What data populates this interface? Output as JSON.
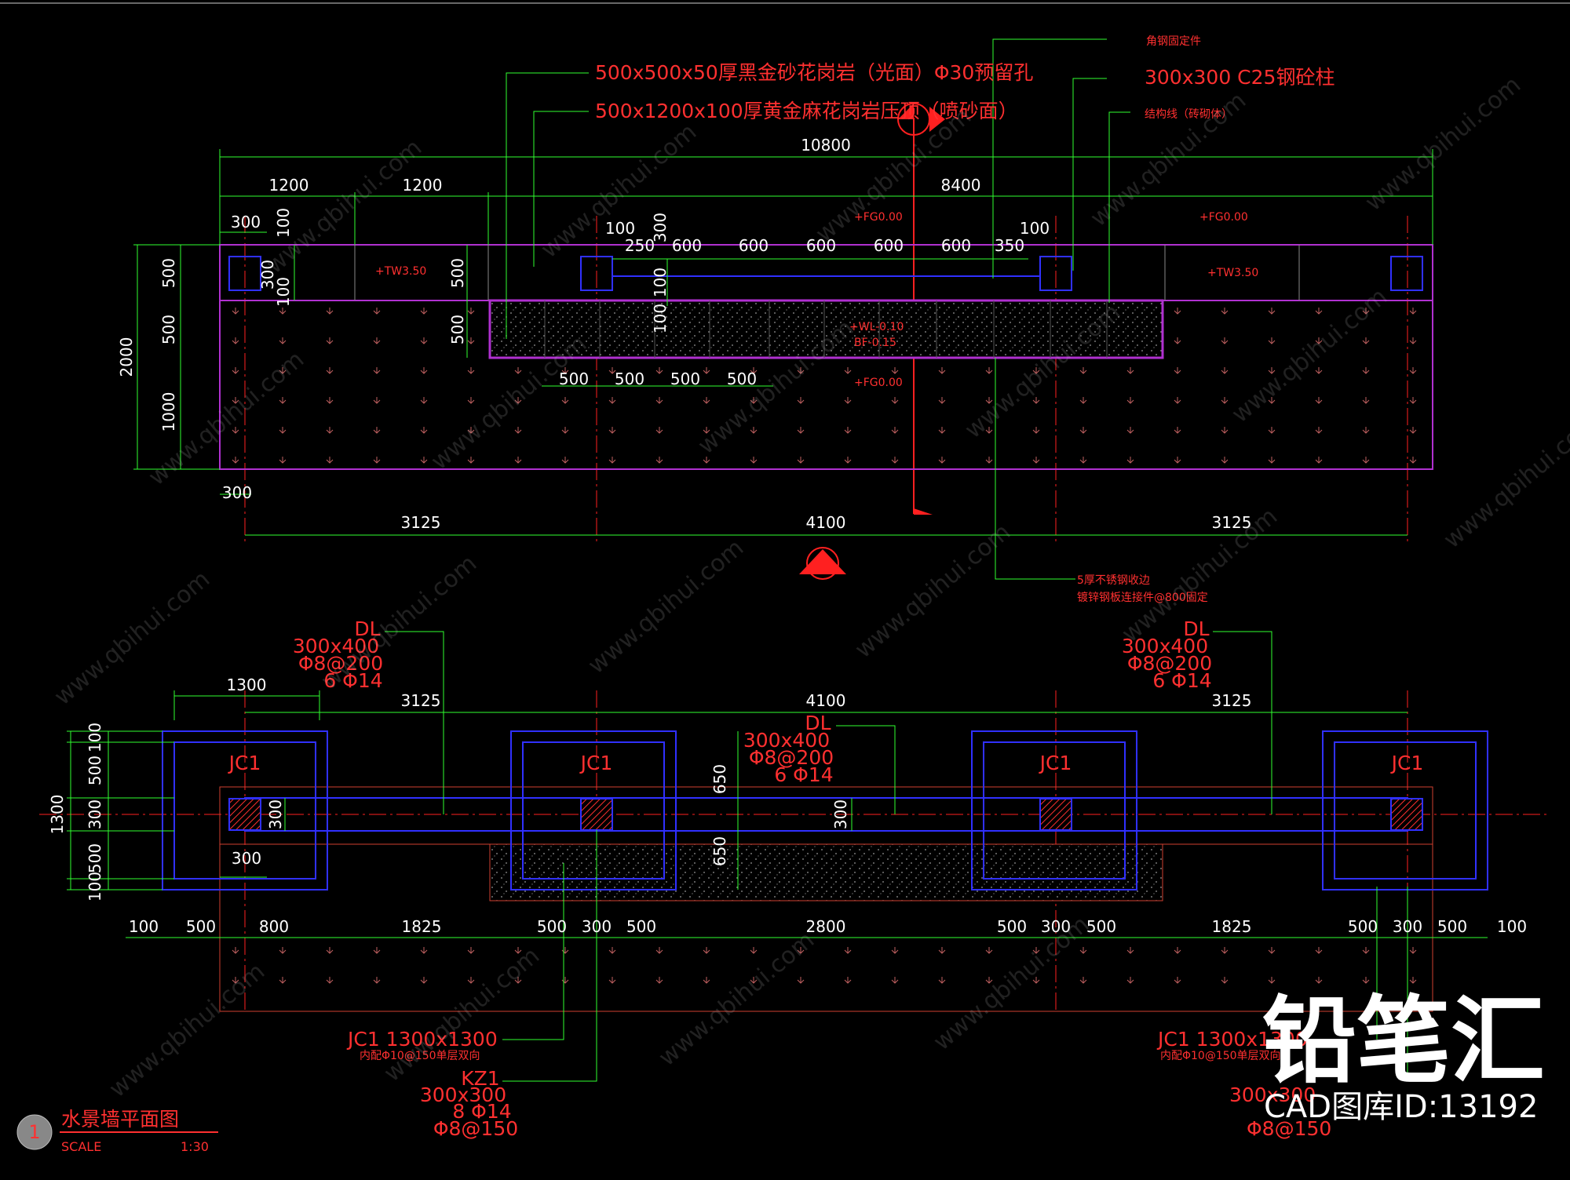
{
  "top_notes": {
    "steel_fixing": "角钢固定件",
    "cap_stone": "500x500x50厚黑金砂花岗岩（光面）Φ30预留孔",
    "column": "300x300  C25钢砼柱",
    "slab": "500x1200x100厚黄金麻花岗岩压顶（喷砂面）",
    "structure_line": "结构线（砖砌体）",
    "edge_1": "5厚不锈钢收边",
    "edge_2": "镀锌钢板连接件@800固定"
  },
  "top_plan": {
    "overall": "10800",
    "seg": [
      "1200",
      "1200",
      "8400"
    ],
    "small_top": [
      "300",
      "100",
      "300",
      "100",
      "250",
      "600",
      "600",
      "600",
      "600",
      "600",
      "350",
      "100"
    ],
    "left_dims": [
      "500",
      "500",
      "1000",
      "2000"
    ],
    "inner_dims": [
      "300",
      "100",
      "500",
      "500",
      "100",
      "100"
    ],
    "bottom_small": [
      "500",
      "500",
      "500",
      "500",
      "300"
    ],
    "grid": [
      "3125",
      "4100",
      "3125"
    ],
    "levels": {
      "fg1": "+FG0.00",
      "fg2": "+FG0.00",
      "fg3": "+FG0.00",
      "tw1": "+TW3.50",
      "tw2": "+TW3.50",
      "wl": "+WL-0.10",
      "bf": "BF-0.15"
    }
  },
  "bottom_plan": {
    "beam_label_1": [
      "DL",
      "300x400",
      "Φ8@200",
      "6 Φ14"
    ],
    "beam_label_2": [
      "DL",
      "300x400",
      "Φ8@200",
      "6 Φ14"
    ],
    "beam_label_3": [
      "DL",
      "300x400",
      "Φ8@200",
      "6 Φ14"
    ],
    "footing": "JC1",
    "grid": [
      "3125",
      "4100",
      "3125"
    ],
    "top_1300": "1300",
    "left_dims": [
      "100",
      "500",
      "300",
      "500",
      "100",
      "1300"
    ],
    "inner": [
      "300",
      "300",
      "650",
      "650",
      "300"
    ],
    "bottom_row": [
      "100",
      "500",
      "800",
      "1825",
      "500",
      "300",
      "500",
      "2800",
      "500",
      "300",
      "500",
      "1825",
      "500",
      "300",
      "500",
      "100"
    ],
    "jc_note": [
      "JC1  1300x1300",
      "内配Φ10@150单层双向"
    ],
    "kz_note": [
      "KZ1",
      "300x300",
      "8 Φ14",
      "Φ8@150"
    ],
    "jc_note_r": [
      "JC1  1300x1300",
      "内配Φ10@150单层双向"
    ],
    "kz_note_r": [
      "300x300",
      "Φ8@150"
    ]
  },
  "title_block": {
    "number": "1",
    "title": "水景墙平面图",
    "scale_label": "SCALE",
    "scale_value": "1:30"
  },
  "watermark": {
    "brand": "铅笔汇",
    "id": "CAD图库ID:13192",
    "url": "www.qbihui.com"
  }
}
